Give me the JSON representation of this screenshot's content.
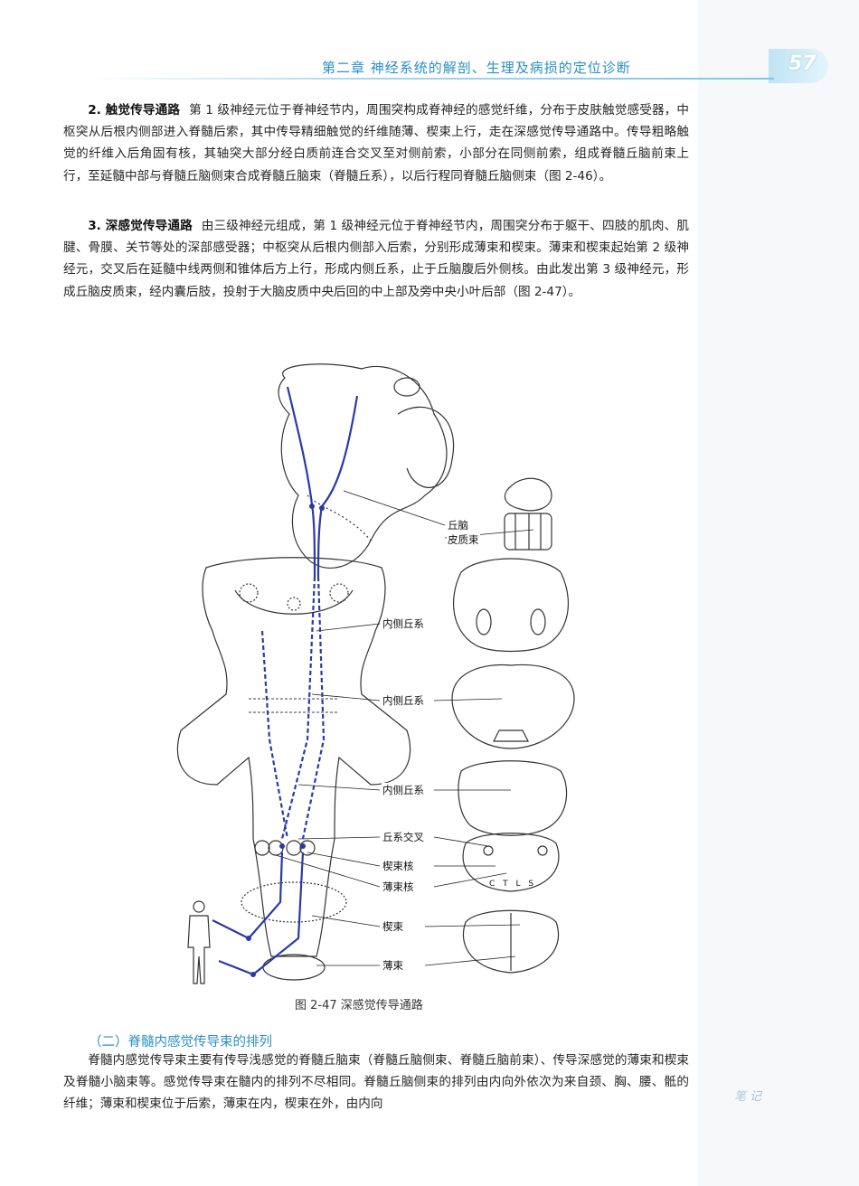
{
  "header": {
    "chapter_title": "第二章   神经系统的解剖、生理及病损的定位诊断",
    "page_number": "57"
  },
  "paragraphs": {
    "p1": {
      "lead": "2. 触觉传导通路",
      "text": "第 1 级神经元位于脊神经节内，周围突构成脊神经的感觉纤维，分布于皮肤触觉感受器，中枢突从后根内侧部进入脊髓后索，其中传导精细触觉的纤维随薄、楔束上行，走在深感觉传导通路中。传导粗略触觉的纤维入后角固有核，其轴突大部分经白质前连合交叉至对侧前索，小部分在同侧前索，组成脊髓丘脑前束上行，至延髓中部与脊髓丘脑侧束合成脊髓丘脑束（脊髓丘系），以后行程同脊髓丘脑侧束（图 2-46）。"
    },
    "p2": {
      "lead": "3. 深感觉传导通路",
      "text": "由三级神经元组成，第 1 级神经元位于脊神经节内，周围突分布于躯干、四肢的肌肉、肌腱、骨膜、关节等处的深部感受器；中枢突从后根内侧部入后索，分别形成薄束和楔束。薄束和楔束起始第 2 级神经元，交叉后在延髓中线两侧和锥体后方上行，形成内侧丘系，止于丘脑腹后外侧核。由此发出第 3 级神经元，形成丘脑皮质束，经内囊后肢，投射于大脑皮质中央后回的中上部及旁中央小叶后部（图 2-47）。"
    },
    "p3": {
      "text": "脊髓内感觉传导束主要有传导浅感觉的脊髓丘脑束（脊髓丘脑侧束、脊髓丘脑前束）、传导深感觉的薄束和楔束及脊髓小脑束等。感觉传导束在髓内的排列不尽相同。脊髓丘脑侧束的排列由内向外依次为来自颈、胸、腰、骶的纤维；薄束和楔束位于后索，薄束在内，楔束在外，由内向"
    }
  },
  "figure": {
    "caption": "图 2-47   深感觉传导通路",
    "labels": {
      "thalamocortical_line1": "丘脑",
      "thalamocortical_line2": "皮质束",
      "medial_lemniscus_1": "内侧丘系",
      "medial_lemniscus_2": "内侧丘系",
      "medial_lemniscus_3": "内侧丘系",
      "lemniscal_decussation": "丘系交叉",
      "cuneate_nucleus": "楔束核",
      "gracile_nucleus": "薄束核",
      "cuneate_fasciculus": "楔束",
      "gracile_fasciculus": "薄束"
    },
    "slice_letters": "C T L S",
    "pathway_color": "#2a3aa6"
  },
  "section": {
    "heading": "（二）脊髓内感觉传导束的排列"
  },
  "side_note": "笔记"
}
